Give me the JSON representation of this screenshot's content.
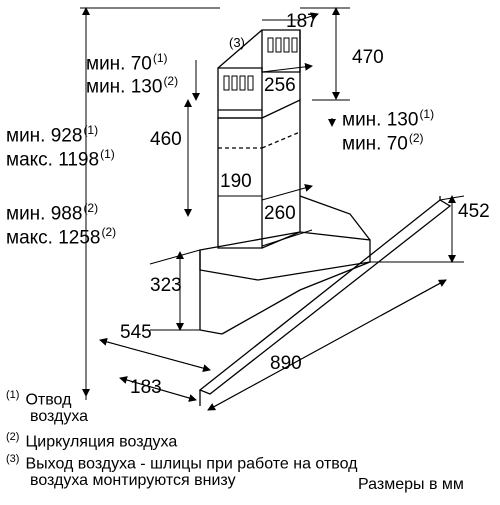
{
  "dimensions": {
    "d187": "187",
    "d470": "470",
    "d256": "256",
    "d460": "460",
    "d190": "190",
    "d260": "260",
    "d452": "452",
    "d323": "323",
    "d545": "545",
    "d890": "890",
    "d183": "183"
  },
  "chimney_marker": "(3)",
  "left_top": {
    "line1_text": "мин. 70",
    "line1_ref": "(1)",
    "line2_text": "мин. 130",
    "line2_ref": "(2)"
  },
  "left_mid": {
    "line1_text": "мин. 928",
    "line1_ref": "(1)",
    "line2_text": "макс. 1198",
    "line2_ref": "(1)"
  },
  "left_low": {
    "line1_text": "мин. 988",
    "line1_ref": "(2)",
    "line2_text": "макс. 1258",
    "line2_ref": "(2)"
  },
  "right_mid": {
    "line1_text": "мин. 130",
    "line1_ref": "(1)",
    "line2_text": "мин. 70",
    "line2_ref": "(2)"
  },
  "notes": [
    {
      "num": "(1)",
      "text": "Отвод",
      "text2": "воздуха"
    },
    {
      "num": "(2)",
      "text": "Циркуляция воздуха"
    },
    {
      "num": "(3)",
      "text": "Выход воздуха - шлицы при работе на отвод",
      "text2": "воздуха монтируются внизу"
    }
  ],
  "units_note": "Размеры в мм"
}
